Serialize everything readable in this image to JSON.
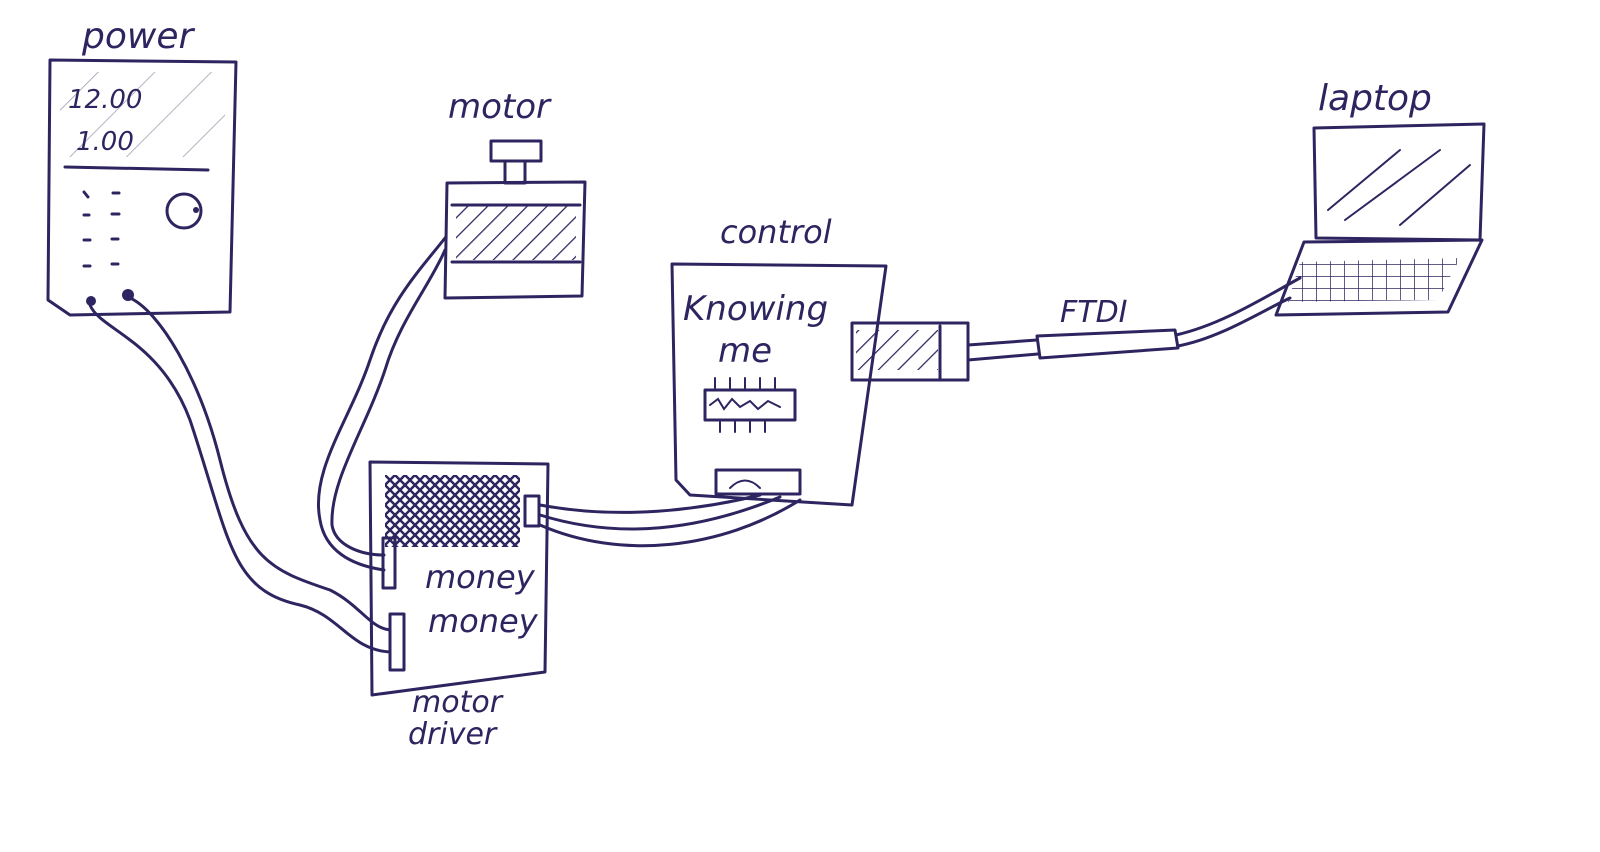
{
  "colors": {
    "ink": "#2d2560",
    "paper": "#ffffff"
  },
  "power": {
    "label": "power",
    "voltage": "12.00",
    "current": "1.00"
  },
  "motor": {
    "label": "motor"
  },
  "control": {
    "label": "control",
    "text_line1": "Knowing",
    "text_line2": "me"
  },
  "ftdi": {
    "label": "FTDI"
  },
  "laptop": {
    "label": "laptop"
  },
  "motor_driver": {
    "text_line1": "money",
    "text_line2": "money",
    "label_line1": "motor",
    "label_line2": "driver"
  }
}
